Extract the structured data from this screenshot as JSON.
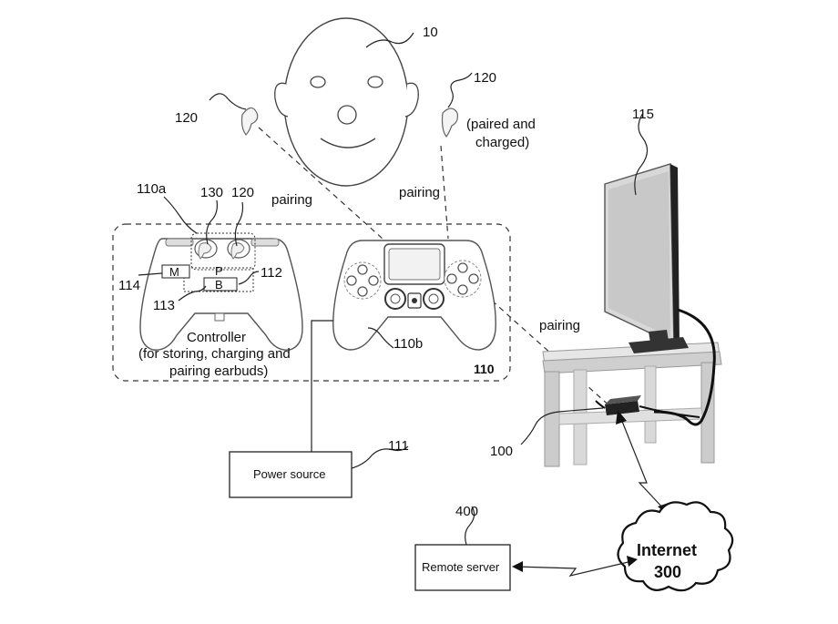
{
  "labels": {
    "head": "10",
    "earbud_left": "120",
    "earbud_right": "120",
    "earbud_note_1": "(paired and",
    "earbud_note_2": "charged)",
    "tv": "115",
    "pairing_left": "pairing",
    "pairing_right": "pairing",
    "pairing_tv": "pairing",
    "ctrl_a": "110a",
    "ctrl_130": "130",
    "ctrl_120": "120",
    "m": "M",
    "p": "P",
    "b": "B",
    "n114": "114",
    "n113": "113",
    "n112": "112",
    "controller_title": "Controller",
    "controller_desc_1": "(for storing, charging and",
    "controller_desc_2": "pairing earbuds)",
    "ctrl_b": "110b",
    "group": "110",
    "power_num": "111",
    "power_source": "Power source",
    "dongle": "100",
    "server_num": "400",
    "remote_server": "Remote server",
    "internet_1": "Internet",
    "internet_2": "300"
  }
}
